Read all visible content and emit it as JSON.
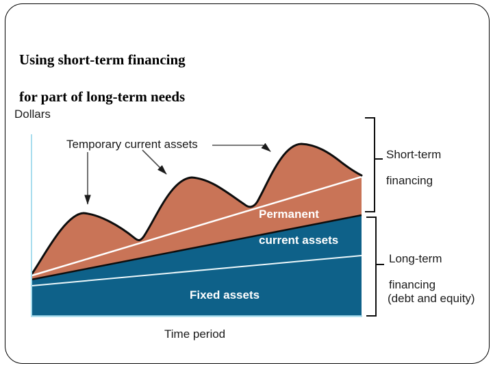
{
  "slide": {
    "title_line1": "Using short-term financing",
    "title_line2": "for part of long-term needs"
  },
  "figure": {
    "y_axis_label": "Dollars",
    "x_axis_label": "Time period",
    "labels": {
      "temporary_current_assets": "Temporary current assets",
      "permanent_line1": "Permanent",
      "permanent_line2": "current assets",
      "fixed_assets": "Fixed assets"
    },
    "brackets": {
      "short_term_line1": "Short-term",
      "short_term_line2": "financing",
      "long_term_line1": "Long-term",
      "long_term_line2": "financing",
      "debt_equity_note": "(debt and equity)"
    },
    "colors": {
      "current_assets_fill": "#c97457",
      "fixed_assets_fill": "#0e6189",
      "axis_line": "#a9ddee",
      "financing_divider": "#ffffff",
      "fixed_divider": "#edf8fb",
      "outline": "#0d0d0d",
      "leader": "#4b4b4b"
    }
  }
}
